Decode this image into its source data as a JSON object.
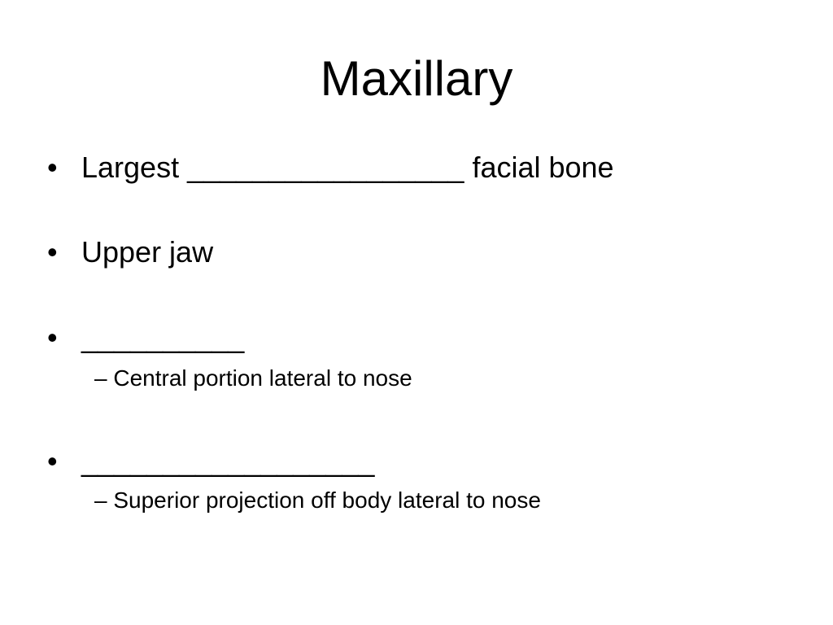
{
  "slide": {
    "title": "Maxillary",
    "bullets": [
      {
        "marker": "•",
        "text": "Largest _________________ facial bone"
      },
      {
        "marker": "•",
        "text": "Upper jaw"
      },
      {
        "marker": "•",
        "text": "__________",
        "sub": "– Central portion lateral to nose"
      },
      {
        "marker": "•",
        "text": "__________________",
        "sub": "–  Superior projection off body lateral to nose"
      }
    ]
  }
}
